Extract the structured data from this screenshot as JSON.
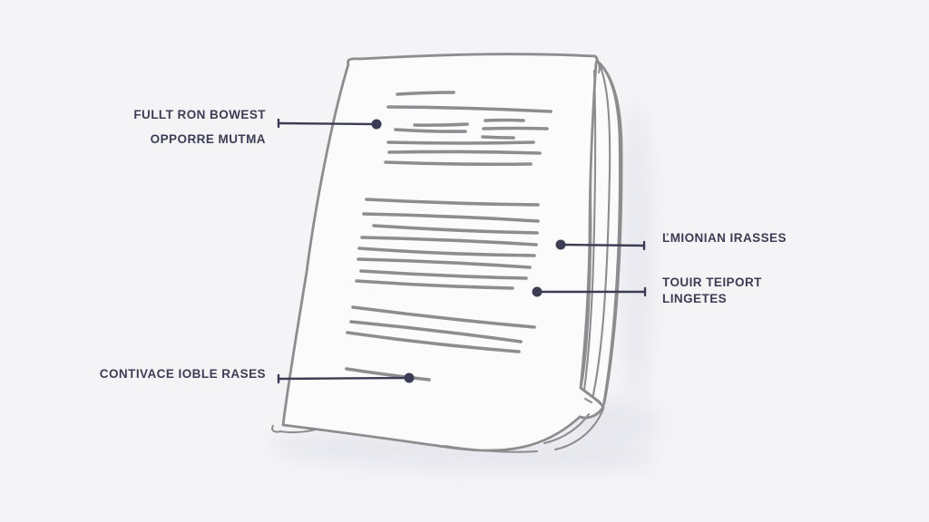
{
  "figure": {
    "title": "hand-drawn document sketch with callout labels",
    "background": "#f4f4f6",
    "paper_fill": "#fbfbfc",
    "sketch_stroke": "#8d8d90",
    "ink": "#3c3c55",
    "shadow": "#dfe0e8"
  },
  "annotations": [
    {
      "id": "fullt-ron-bowest",
      "side": "left",
      "lines": [
        "FULLT RON BOWEST",
        "OPPORRE MUTMA"
      ]
    },
    {
      "id": "dmionian-irasses",
      "side": "right",
      "lines": [
        "ĽMIONIAN IRASSES"
      ]
    },
    {
      "id": "touir-teiport",
      "side": "right",
      "lines": [
        "TOUIR TEIPORT",
        "LINGETES"
      ]
    },
    {
      "id": "contivace-rases",
      "side": "left",
      "lines": [
        "CONTIVACE IOBLE RASES"
      ]
    }
  ],
  "sketch": {
    "text_lines": [
      [
        438,
        104,
        500,
        102,
        -1
      ],
      [
        428,
        118,
        607,
        123,
        -2
      ],
      [
        457,
        138,
        515,
        137,
        1
      ],
      [
        535,
        133,
        577,
        133,
        -1
      ],
      [
        436,
        143,
        513,
        145,
        1.5
      ],
      [
        533,
        142,
        603,
        142,
        -1
      ],
      [
        532,
        151,
        566,
        152,
        0.5
      ],
      [
        428,
        157,
        588,
        157,
        2
      ],
      [
        429,
        168,
        595,
        169,
        -2
      ],
      [
        425,
        179,
        585,
        181,
        2
      ],
      [
        404,
        220,
        593,
        226,
        2
      ],
      [
        401,
        236,
        593,
        244,
        -2
      ],
      [
        412,
        249,
        592,
        257,
        2
      ],
      [
        399,
        262,
        591,
        270,
        -2
      ],
      [
        396,
        274,
        589,
        282,
        3
      ],
      [
        395,
        286,
        584,
        295,
        -2
      ],
      [
        398,
        299,
        580,
        307,
        2
      ],
      [
        393,
        310,
        565,
        318,
        2
      ],
      [
        389,
        339,
        589,
        361,
        2
      ],
      [
        387,
        355,
        574,
        377,
        -2
      ],
      [
        383,
        367,
        572,
        388,
        3
      ],
      [
        382,
        407,
        473,
        419,
        1
      ]
    ],
    "connectors": [
      {
        "tick": [
          307,
          136
        ],
        "dot": [
          415,
          137
        ]
      },
      {
        "tick": [
          710,
          271
        ],
        "dot": [
          618,
          270
        ]
      },
      {
        "tick": [
          711,
          322
        ],
        "dot": [
          592,
          322
        ]
      },
      {
        "tick": [
          307,
          418
        ],
        "dot": [
          451,
          417
        ]
      }
    ],
    "dot_radius": 5.5
  }
}
